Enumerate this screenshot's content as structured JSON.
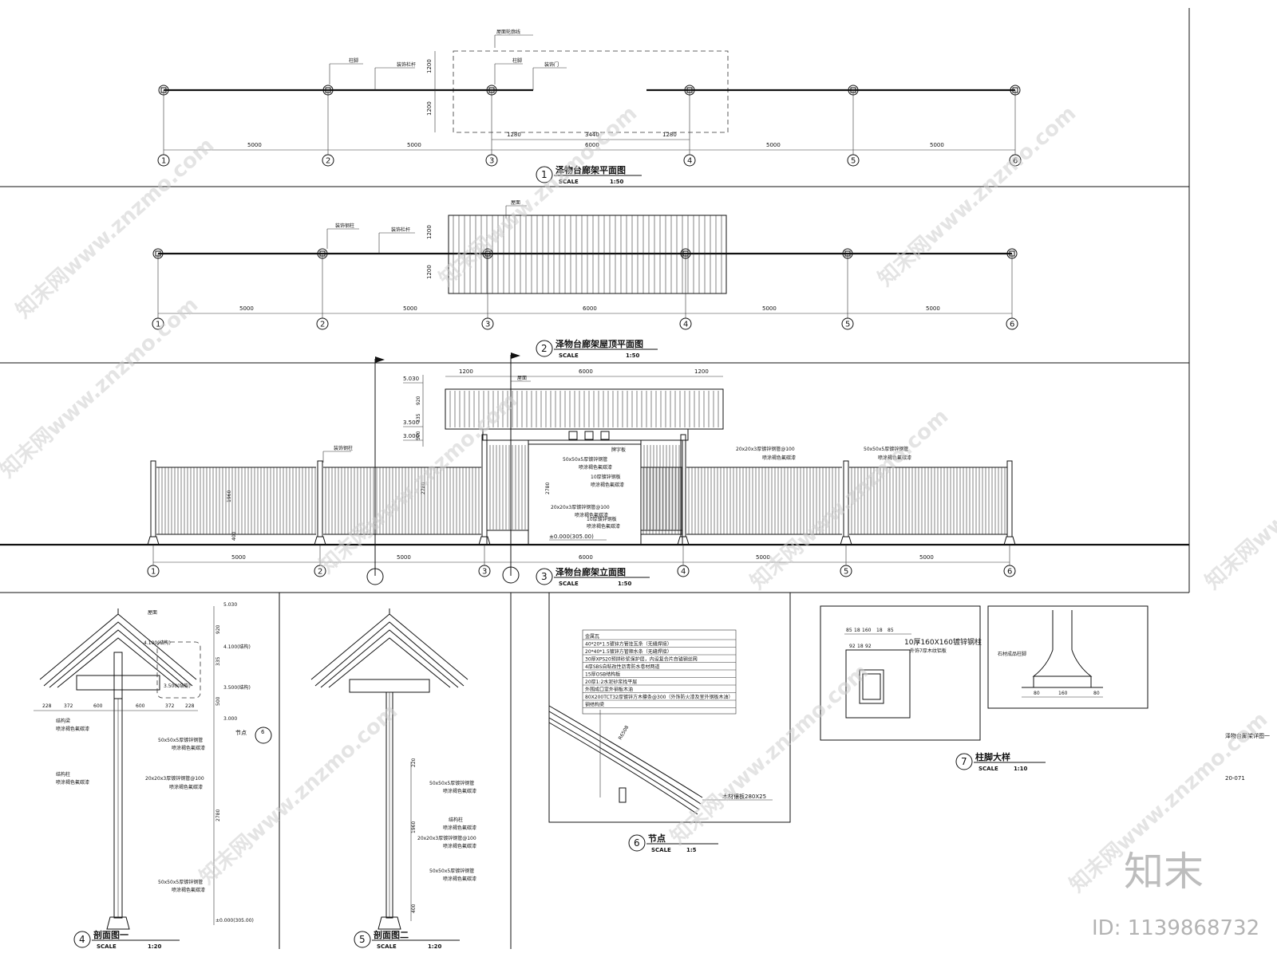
{
  "sheet": {
    "side_note": "泽物台廊架详图一",
    "sheet_no": "20-071",
    "watermark_text": "知末网www.znzmo.com",
    "brand_logo": "知末",
    "id_label": "ID: 1139868732"
  },
  "scale_word": "SCALE",
  "drawings": {
    "d1": {
      "num": "1",
      "title": "泽物台廊架平面图",
      "scale": "1:50"
    },
    "d2": {
      "num": "2",
      "title": "泽物台廊架屋顶平面图",
      "scale": "1:50"
    },
    "d3": {
      "num": "3",
      "title": "泽物台廊架立面图",
      "scale": "1:50"
    },
    "d4": {
      "num": "4",
      "title": "剖面图一",
      "scale": "1:20"
    },
    "d5": {
      "num": "5",
      "title": "剖面图二",
      "scale": "1:20"
    },
    "d6": {
      "num": "6",
      "title": "节点",
      "scale": "1:5"
    },
    "d7": {
      "num": "7",
      "title": "柱脚大样",
      "scale": "1:10"
    }
  },
  "axes": [
    "1",
    "2",
    "3",
    "4",
    "5",
    "6"
  ],
  "dims": {
    "bay5000": "5000",
    "bay6000": "6000",
    "w1200": "1200",
    "w1280": "1280",
    "w3440": "3440",
    "roof_h": "920",
    "h335": "335",
    "h500": "500",
    "h2780": "2780",
    "h1960": "1960",
    "h400": "400",
    "h220": "220",
    "h228": "228",
    "h372": "372",
    "h600": "600",
    "r_label": "R6508"
  },
  "levels": {
    "l5030": "5.030",
    "l3500": "3.500",
    "l3000": "3.000",
    "l0": "±0.000(305.00)",
    "l4100": "4.100(结构)",
    "l3500s": "3.500(结构)",
    "l0s": "±0.000(305.00)"
  },
  "labels": {
    "roof_outline": "屋面轮廓线",
    "col_foot": "柱脚",
    "deco_rail": "装饰栏杆",
    "deco_door": "装饰门",
    "roof": "屋面",
    "deco_steel": "装饰钢柱",
    "sign_board": "牌字板",
    "pipe50": "50x50x5厚镀锌钢管",
    "paint": "喷涂褐色氟碳漆",
    "plate10": "10厚镀锌钢板",
    "pipe20": "20x20x3厚镀锌钢管@100",
    "struct_beam": "结构梁",
    "struct_col": "结构柱",
    "node6": "节点",
    "col160": "10厚160X160镀锌钢柱",
    "col160b": "外饰7厚木纹铝板",
    "stone_base": "石材成品柱脚",
    "wood_board": "木材镶板280X25"
  },
  "layers": [
    "金属瓦",
    "40*20*1.5镀锌方管挂瓦条（无缝焊接）",
    "20*40*1.5镀锌方管顺水条（无缝焊接）",
    "30厚XPS20预拼砂浆保护层，内设复合片自锚钢丝网",
    "4厚SBS自粘改性沥青防水卷材两道",
    "15厚OSB结构板",
    "20厚1:2水泥砂浆找平层",
    "外围成口室外钢板木油",
    "80X200TCT32厚镀锌方木檩条@300（外饰防火漆及室外钢板木油）",
    "钢结构梁"
  ],
  "foot_dims": [
    "85",
    "18",
    "160",
    "18",
    "85",
    "92",
    "18",
    "92"
  ],
  "base_dims": [
    "80",
    "160",
    "80"
  ]
}
